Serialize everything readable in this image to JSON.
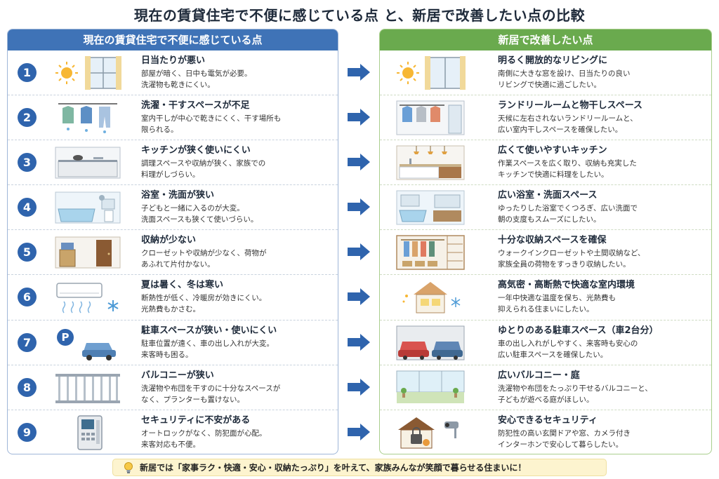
{
  "title": "現在の賃貸住宅で不便に感じている点 と、新居で改善したい点の比較",
  "left_panel": {
    "header": "現在の賃貸住宅で不便に感じている点",
    "items": [
      {
        "number": "1",
        "title": "日当たりが悪い",
        "desc": "部屋が暗く、日中も電気が必要。\n洗濯物も乾きにくい。",
        "icon": "sun-window-icon"
      },
      {
        "number": "2",
        "title": "洗濯・干すスペースが不足",
        "desc": "室内干しが中心で乾きにくく、干す場所も\n限られる。",
        "icon": "hanging-laundry-icon"
      },
      {
        "number": "3",
        "title": "キッチンが狭く使いにくい",
        "desc": "調理スペースや収納が狭く、家族での\n料理がしづらい。",
        "icon": "small-kitchen-icon"
      },
      {
        "number": "4",
        "title": "浴室・洗面が狭い",
        "desc": "子どもと一緒に入るのが大変。\n洗面スペースも狭くて使いづらい。",
        "icon": "small-bathroom-icon"
      },
      {
        "number": "5",
        "title": "収納が少ない",
        "desc": "クローゼットや収納が少なく、荷物が\nあふれて片付かない。",
        "icon": "cluttered-storage-icon"
      },
      {
        "number": "6",
        "title": "夏は暑く、冬は寒い",
        "desc": "断熱性が低く、冷暖房が効きにくい。\n光熱費もかさむ。",
        "icon": "air-conditioner-icon"
      },
      {
        "number": "7",
        "title": "駐車スペースが狭い・使いにくい",
        "desc": "駐車位置が遠く、車の出し入れが大変。\n来客時も困る。",
        "icon": "parking-car-icon"
      },
      {
        "number": "8",
        "title": "バルコニーが狭い",
        "desc": "洗濯物や布団を干すのに十分なスペースが\nなく、プランターも置けない。",
        "icon": "narrow-balcony-icon"
      },
      {
        "number": "9",
        "title": "セキュリティに不安がある",
        "desc": "オートロックがなく、防犯面が心配。\n来客対応も不便。",
        "icon": "intercom-icon"
      }
    ]
  },
  "right_panel": {
    "header": "新居で改善したい点",
    "items": [
      {
        "title": "明るく開放的なリビングに",
        "desc": "南側に大きな窓を設け、日当たりの良い\nリビングで快適に過ごしたい。",
        "icon": "sun-window-icon"
      },
      {
        "title": "ランドリールームと物干しスペース",
        "desc": "天候に左右されないランドリールームと、\n広い室内干しスペースを確保したい。",
        "icon": "laundry-room-icon"
      },
      {
        "title": "広くて使いやすいキッチン",
        "desc": "作業スペースを広く取り、収納も充実した\nキッチンで快適に料理をしたい。",
        "icon": "spacious-kitchen-icon"
      },
      {
        "title": "広い浴室・洗面スペース",
        "desc": "ゆったりした浴室でくつろぎ、広い洗面で\n朝の支度もスムーズにしたい。",
        "icon": "spacious-bathroom-icon"
      },
      {
        "title": "十分な収納スペースを確保",
        "desc": "ウォークインクローゼットや土間収納など、\n家族全員の荷物をすっきり収納したい。",
        "icon": "walk-in-closet-icon"
      },
      {
        "title": "高気密・高断熱で快適な室内環境",
        "desc": "一年中快適な温度を保ち、光熱費も\n抑えられる住まいにしたい。",
        "icon": "insulated-house-icon"
      },
      {
        "title": "ゆとりのある駐車スペース（車2台分）",
        "desc": "車の出し入れがしやすく、来客時も安心の\n広い駐車スペースを確保したい。",
        "icon": "two-cars-icon"
      },
      {
        "title": "広いバルコニー・庭",
        "desc": "洗濯物や布団をたっぷり干せるバルコニーと、\n子どもが遊べる庭がほしい。",
        "icon": "wide-balcony-icon"
      },
      {
        "title": "安心できるセキュリティ",
        "desc": "防犯性の高い玄関ドアや窓、カメラ付き\nインターホンで安心して暮らしたい。",
        "icon": "security-house-icon"
      }
    ]
  },
  "footer": {
    "text": "新居では「家事ラク・快適・安心・収納たっぷり」を叶えて、家族みんなが笑顔で暮らせる住まいに！",
    "icon": "lightbulb-icon"
  },
  "colors": {
    "left_header": "#3f73b7",
    "right_header": "#6aaa4e",
    "badge": "#2f64ad",
    "arrow": "#2f64ad",
    "footer_bg": "#fdf4cf"
  }
}
